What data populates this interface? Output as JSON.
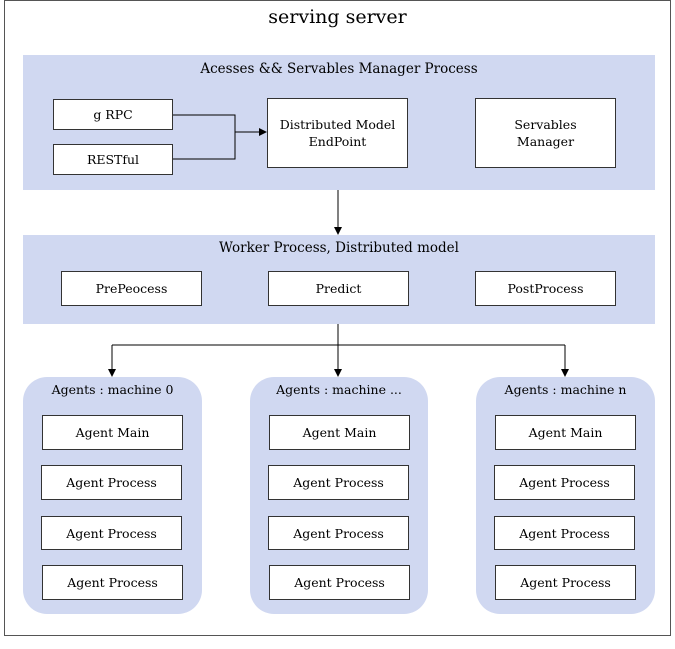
{
  "title": "serving server",
  "manager": {
    "title": "Acesses && Servables Manager Process",
    "grpc": "g RPC",
    "restful": "RESTful",
    "endpoint": "Distributed Model\nEndPoint",
    "servables": "Servables\nManager"
  },
  "worker": {
    "title": "Worker Process, Distributed model",
    "pre": "PrePeocess",
    "predict": "Predict",
    "post": "PostProcess"
  },
  "agents": [
    {
      "title": "Agents : machine 0",
      "main": "Agent Main",
      "processes": [
        "Agent Process",
        "Agent Process",
        "Agent Process"
      ]
    },
    {
      "title": "Agents : machine ...",
      "main": "Agent Main",
      "processes": [
        "Agent Process",
        "Agent Process",
        "Agent Process"
      ]
    },
    {
      "title": "Agents : machine n",
      "main": "Agent Main",
      "processes": [
        "Agent Process",
        "Agent Process",
        "Agent Process"
      ]
    }
  ],
  "colors": {
    "panel": "#d0d8f1",
    "box_border": "#333333",
    "line": "#000000"
  }
}
